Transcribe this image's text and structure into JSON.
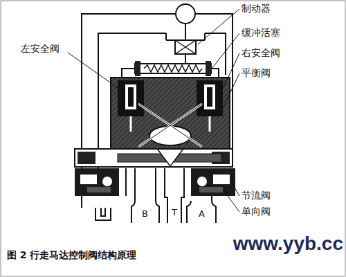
{
  "diagram": {
    "caption": "图 2 行走马达控制阀结构原理",
    "labels": [
      "制动器",
      "缓冲活塞",
      "左安全阀",
      "右安全阀",
      "平衡阀",
      "节流阀",
      "单向阀",
      "B",
      "T",
      "A",
      "www.yyb.cc"
    ]
  }
}
